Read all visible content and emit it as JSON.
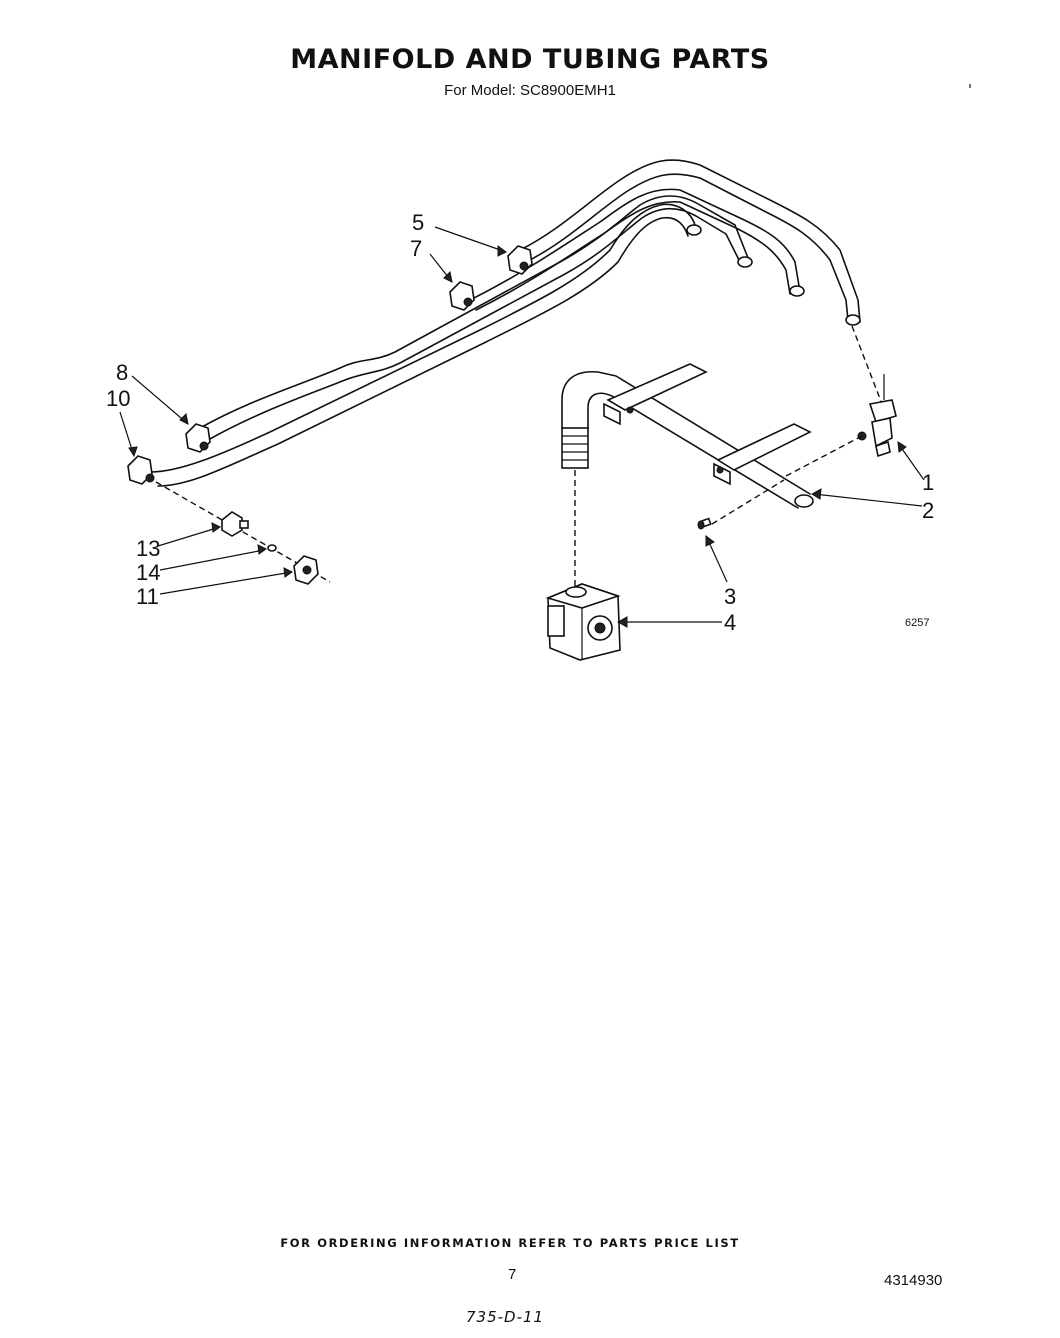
{
  "header": {
    "title": "MANIFOLD AND TUBING PARTS",
    "subtitle": "For Model: SC8900EMH1"
  },
  "diagram": {
    "callouts": {
      "c1": "1",
      "c2": "2",
      "c3": "3",
      "c4": "4",
      "c5": "5",
      "c7": "7",
      "c8": "8",
      "c10": "10",
      "c11": "11",
      "c13": "13",
      "c14": "14"
    },
    "figure_code": "6257"
  },
  "footer": {
    "ordering_note": "FOR ORDERING INFORMATION REFER TO PARTS PRICE LIST",
    "page_number": "7",
    "document_number": "4314930",
    "handwritten_note": "735-D-11"
  }
}
